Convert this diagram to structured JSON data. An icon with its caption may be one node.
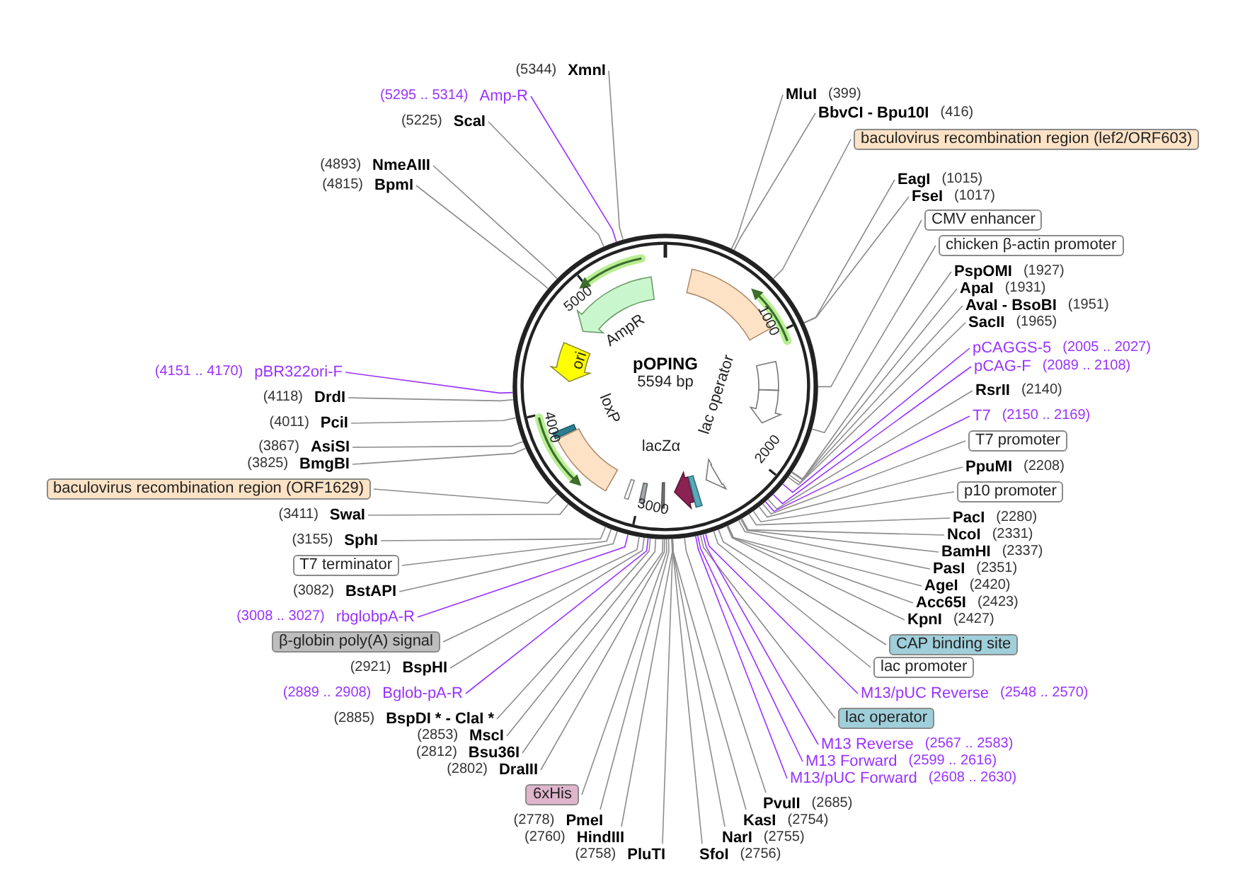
{
  "diagram": {
    "nodes": [
      {
        "text": [
          "pOPING",
          "5594 bp"
        ]
      },
      {
        "text": [
          "MluI"
        ],
        "beside": [
          "(399)"
        ]
      },
      {
        "text": [
          "BbvCI - Bpu10I"
        ],
        "beside": [
          "(416)"
        ]
      },
      {
        "text": [
          "baculovirus recombination region (lef2/ORF603)"
        ]
      },
      {
        "text": [
          "EagI"
        ],
        "beside": [
          "(1015)"
        ]
      },
      {
        "text": [
          "FseI"
        ],
        "beside": [
          "(1017)"
        ]
      },
      {
        "text": [
          "CMV enhancer"
        ]
      },
      {
        "text": [
          "chicken β-actin promoter"
        ]
      },
      {
        "text": [
          "PspOMI"
        ],
        "beside": [
          "(1927)"
        ]
      },
      {
        "text": [
          "ApaI"
        ],
        "beside": [
          "(1931)"
        ]
      },
      {
        "text": [
          "AvaI - BsoBI"
        ],
        "beside": [
          "(1951)"
        ]
      },
      {
        "text": [
          "SacII"
        ],
        "beside": [
          "(1965)"
        ]
      },
      {
        "text": [
          "pCAGGS-5"
        ],
        "beside": [
          "(2005 .. 2027)"
        ]
      },
      {
        "text": [
          "pCAG-F"
        ],
        "beside": [
          "(2089 .. 2108)"
        ]
      },
      {
        "text": [
          "RsrII"
        ],
        "beside": [
          "(2140)"
        ]
      },
      {
        "text": [
          "T7"
        ],
        "beside": [
          "(2150 .. 2169)"
        ]
      },
      {
        "text": [
          "T7 promoter"
        ]
      },
      {
        "text": [
          "PpuMI"
        ],
        "beside": [
          "(2208)"
        ]
      },
      {
        "text": [
          "p10 promoter"
        ]
      },
      {
        "text": [
          "PacI"
        ],
        "beside": [
          "(2280)"
        ]
      },
      {
        "text": [
          "NcoI"
        ],
        "beside": [
          "(2331)"
        ]
      },
      {
        "text": [
          "BamHI"
        ],
        "beside": [
          "(2337)"
        ]
      },
      {
        "text": [
          "PasI"
        ],
        "beside": [
          "(2351)"
        ]
      },
      {
        "text": [
          "AgeI"
        ],
        "beside": [
          "(2420)"
        ]
      },
      {
        "text": [
          "Acc65I"
        ],
        "beside": [
          "(2423)"
        ]
      },
      {
        "text": [
          "KpnI"
        ],
        "beside": [
          "(2427)"
        ]
      },
      {
        "text": [
          "CAP binding site"
        ]
      },
      {
        "text": [
          "lac promoter"
        ]
      },
      {
        "text": [
          "M13/pUC Reverse"
        ],
        "beside": [
          "(2548 .. 2570)"
        ]
      },
      {
        "text": [
          "lac operator"
        ]
      },
      {
        "text": [
          "M13 Reverse"
        ],
        "beside": [
          "(2567 .. 2583)"
        ]
      },
      {
        "text": [
          "M13 Forward"
        ],
        "beside": [
          "(2599 .. 2616)"
        ]
      },
      {
        "text": [
          "M13/pUC Forward"
        ],
        "beside": [
          "(2608 .. 2630)"
        ]
      },
      {
        "text": [
          "PvuII"
        ],
        "beside": [
          "(2685)"
        ]
      },
      {
        "text": [
          "KasI"
        ],
        "beside": [
          "(2754)"
        ]
      },
      {
        "text": [
          "NarI"
        ],
        "beside": [
          "(2755)"
        ]
      },
      {
        "text": [
          "SfoI"
        ],
        "beside": [
          "(2756)"
        ]
      },
      {
        "text": [
          "PluTI"
        ],
        "beside": [
          "(2758)"
        ]
      },
      {
        "text": [
          "HindIII"
        ],
        "beside": [
          "(2760)"
        ]
      },
      {
        "text": [
          "PmeI"
        ],
        "beside": [
          "(2778)"
        ]
      },
      {
        "text": [
          "6xHis"
        ]
      },
      {
        "text": [
          "DraIII"
        ],
        "beside": [
          "(2802)"
        ]
      },
      {
        "text": [
          "Bsu36I"
        ],
        "beside": [
          "(2812)"
        ]
      },
      {
        "text": [
          "MscI"
        ],
        "beside": [
          "(2853)"
        ]
      },
      {
        "text": [
          "BspDI * - ClaI *"
        ],
        "beside": [
          "(2885)"
        ]
      },
      {
        "text": [
          "Bglob-pA-R"
        ],
        "beside": [
          "(2889 .. 2908)"
        ]
      },
      {
        "text": [
          "BspHI"
        ],
        "beside": [
          "(2921)"
        ]
      },
      {
        "text": [
          "β-globin poly(A) signal"
        ]
      },
      {
        "text": [
          "rbglobpA-R"
        ],
        "beside": [
          "(3008 .. 3027)"
        ]
      },
      {
        "text": [
          "BstAPI"
        ],
        "beside": [
          "(3082)"
        ]
      },
      {
        "text": [
          "T7 terminator"
        ]
      },
      {
        "text": [
          "SphI"
        ],
        "beside": [
          "(3155)"
        ]
      },
      {
        "text": [
          "SwaI"
        ],
        "beside": [
          "(3411)"
        ]
      },
      {
        "text": [
          "baculovirus recombination region (ORF1629)"
        ]
      },
      {
        "text": [
          "BmgBI"
        ],
        "beside": [
          "(3825)"
        ]
      },
      {
        "text": [
          "AsiSI"
        ],
        "beside": [
          "(3867)"
        ]
      },
      {
        "text": [
          "PciI"
        ],
        "beside": [
          "(4011)"
        ]
      },
      {
        "text": [
          "DrdI"
        ],
        "beside": [
          "(4118)"
        ]
      },
      {
        "text": [
          "pBR322ori-F"
        ],
        "beside": [
          "(4151 .. 4170)"
        ]
      },
      {
        "text": [
          "BpmI"
        ],
        "beside": [
          "(4815)"
        ]
      },
      {
        "text": [
          "NmeAIII"
        ],
        "beside": [
          "(4893)"
        ]
      },
      {
        "text": [
          "ScaI"
        ],
        "beside": [
          "(5225)"
        ]
      },
      {
        "text": [
          "Amp-R"
        ],
        "beside": [
          "(5295 .. 5314)"
        ]
      },
      {
        "text": [
          "XmnI"
        ],
        "beside": [
          "(5344)"
        ]
      }
    ],
    "edges": [
      {
        "from": 1,
        "to": 0,
        "arrow": "none"
      },
      {
        "from": 2,
        "to": 0,
        "arrow": "none"
      },
      {
        "from": 3,
        "to": 0,
        "arrow": "none"
      },
      {
        "from": 4,
        "to": 0,
        "arrow": "none"
      },
      {
        "from": 5,
        "to": 0,
        "arrow": "none"
      },
      {
        "from": 6,
        "to": 0,
        "arrow": "none"
      },
      {
        "from": 7,
        "to": 0,
        "arrow": "none"
      },
      {
        "from": 8,
        "to": 0,
        "arrow": "none"
      },
      {
        "from": 9,
        "to": 0,
        "arrow": "none"
      },
      {
        "from": 10,
        "to": 0,
        "arrow": "none"
      },
      {
        "from": 11,
        "to": 0,
        "arrow": "none"
      },
      {
        "from": 12,
        "to": 0,
        "arrow": "none",
        "color": "#9933ff"
      },
      {
        "from": 13,
        "to": 0,
        "arrow": "none",
        "color": "#9933ff"
      },
      {
        "from": 14,
        "to": 0,
        "arrow": "none"
      },
      {
        "from": 15,
        "to": 0,
        "arrow": "none",
        "color": "#9933ff"
      },
      {
        "from": 16,
        "to": 0,
        "arrow": "none"
      },
      {
        "from": 17,
        "to": 0,
        "arrow": "none"
      },
      {
        "from": 18,
        "to": 0,
        "arrow": "none"
      },
      {
        "from": 19,
        "to": 0,
        "arrow": "none"
      },
      {
        "from": 20,
        "to": 0,
        "arrow": "none"
      },
      {
        "from": 21,
        "to": 0,
        "arrow": "none"
      },
      {
        "from": 22,
        "to": 0,
        "arrow": "none"
      },
      {
        "from": 23,
        "to": 0,
        "arrow": "none"
      },
      {
        "from": 24,
        "to": 0,
        "arrow": "none"
      },
      {
        "from": 25,
        "to": 0,
        "arrow": "none"
      },
      {
        "from": 26,
        "to": 0,
        "arrow": "none"
      },
      {
        "from": 27,
        "to": 0,
        "arrow": "none"
      },
      {
        "from": 28,
        "to": 0,
        "arrow": "none",
        "color": "#9933ff"
      },
      {
        "from": 29,
        "to": 0,
        "arrow": "none"
      },
      {
        "from": 30,
        "to": 0,
        "arrow": "none",
        "color": "#9933ff"
      },
      {
        "from": 31,
        "to": 0,
        "arrow": "none",
        "color": "#9933ff"
      },
      {
        "from": 32,
        "to": 0,
        "arrow": "none",
        "color": "#9933ff"
      },
      {
        "from": 33,
        "to": 0,
        "arrow": "none"
      },
      {
        "from": 34,
        "to": 0,
        "arrow": "none"
      },
      {
        "from": 35,
        "to": 0,
        "arrow": "none"
      },
      {
        "from": 36,
        "to": 0,
        "arrow": "none"
      },
      {
        "from": 37,
        "to": 0,
        "arrow": "none"
      },
      {
        "from": 38,
        "to": 0,
        "arrow": "none"
      },
      {
        "from": 39,
        "to": 0,
        "arrow": "none"
      },
      {
        "from": 40,
        "to": 0,
        "arrow": "none"
      },
      {
        "from": 41,
        "to": 0,
        "arrow": "none"
      },
      {
        "from": 42,
        "to": 0,
        "arrow": "none"
      },
      {
        "from": 43,
        "to": 0,
        "arrow": "none"
      },
      {
        "from": 44,
        "to": 0,
        "arrow": "none"
      },
      {
        "from": 45,
        "to": 0,
        "arrow": "none",
        "color": "#9933ff"
      },
      {
        "from": 46,
        "to": 0,
        "arrow": "none"
      },
      {
        "from": 47,
        "to": 0,
        "arrow": "none"
      },
      {
        "from": 48,
        "to": 0,
        "arrow": "none",
        "color": "#9933ff"
      },
      {
        "from": 49,
        "to": 0,
        "arrow": "none"
      },
      {
        "from": 50,
        "to": 0,
        "arrow": "none"
      },
      {
        "from": 51,
        "to": 0,
        "arrow": "none"
      },
      {
        "from": 52,
        "to": 0,
        "arrow": "none"
      },
      {
        "from": 53,
        "to": 0,
        "arrow": "none"
      },
      {
        "from": 54,
        "to": 0,
        "arrow": "none"
      },
      {
        "from": 55,
        "to": 0,
        "arrow": "none"
      },
      {
        "from": 56,
        "to": 0,
        "arrow": "none"
      },
      {
        "from": 57,
        "to": 0,
        "arrow": "none"
      },
      {
        "from": 58,
        "to": 0,
        "arrow": "none",
        "color": "#9933ff"
      },
      {
        "from": 59,
        "to": 0,
        "arrow": "none"
      },
      {
        "from": 60,
        "to": 0,
        "arrow": "none"
      },
      {
        "from": 61,
        "to": 0,
        "arrow": "none"
      },
      {
        "from": 62,
        "to": 0,
        "arrow": "none",
        "color": "#9933ff"
      },
      {
        "from": 63,
        "to": 0,
        "arrow": "none"
      }
    ],
    "labels": [
      "AmpR",
      "ori",
      "loxP",
      "lacZα",
      "lac operator",
      "1000",
      "2000",
      "3000",
      "4000",
      "5000"
    ]
  }
}
